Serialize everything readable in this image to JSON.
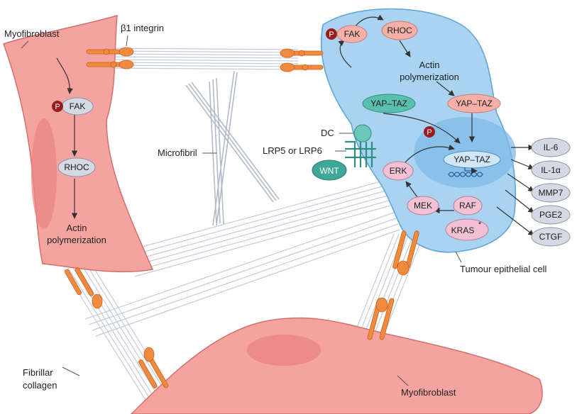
{
  "labels": {
    "myofibroblast_top": "Myofibroblast",
    "integrin": "β1 integrin",
    "microfibril": "Microfibril",
    "dc": "DC",
    "lrp": "LRP5 or LRP6",
    "fibrillar_collagen_1": "Fibrillar",
    "fibrillar_collagen_2": "collagen",
    "myofibroblast_bottom": "Myofibroblast",
    "tumour_cell": "Tumour epithelial cell"
  },
  "left_cell": {
    "p": "P",
    "fak": "FAK",
    "rhoc": "RHOC",
    "actin_1": "Actin",
    "actin_2": "polymerization"
  },
  "tumour": {
    "p_top": "P",
    "fak": "FAK",
    "rhoc": "RHOC",
    "actin_1": "Actin",
    "actin_2": "polymerization",
    "yap_taz_left": "YAP–TAZ",
    "yap_taz_right": "YAP–TAZ",
    "yap_taz_nucleus": "YAP–TAZ",
    "p_nucleus": "P",
    "erk": "ERK",
    "mek": "MEK",
    "raf": "RAF",
    "kras": "KRAS",
    "kras_sup": "*",
    "wnt": "WNT"
  },
  "outputs": [
    "IL-6",
    "IL-1α",
    "MMP7",
    "PGE2",
    "CTGF"
  ],
  "colors": {
    "cell_pink": "#f4a3a0",
    "nucleus_pink": "#ea8584",
    "tumour_blue": "#a9d3f0",
    "nucleus_blue": "#7fbbe8",
    "node_pink": "#f7b0a8",
    "node_grey": "#d4d9e3",
    "node_teal": "#5bbfae",
    "phospho": "#9a1c1c",
    "integrin": "#f08a3e",
    "collagen": "#c9cfdc"
  }
}
